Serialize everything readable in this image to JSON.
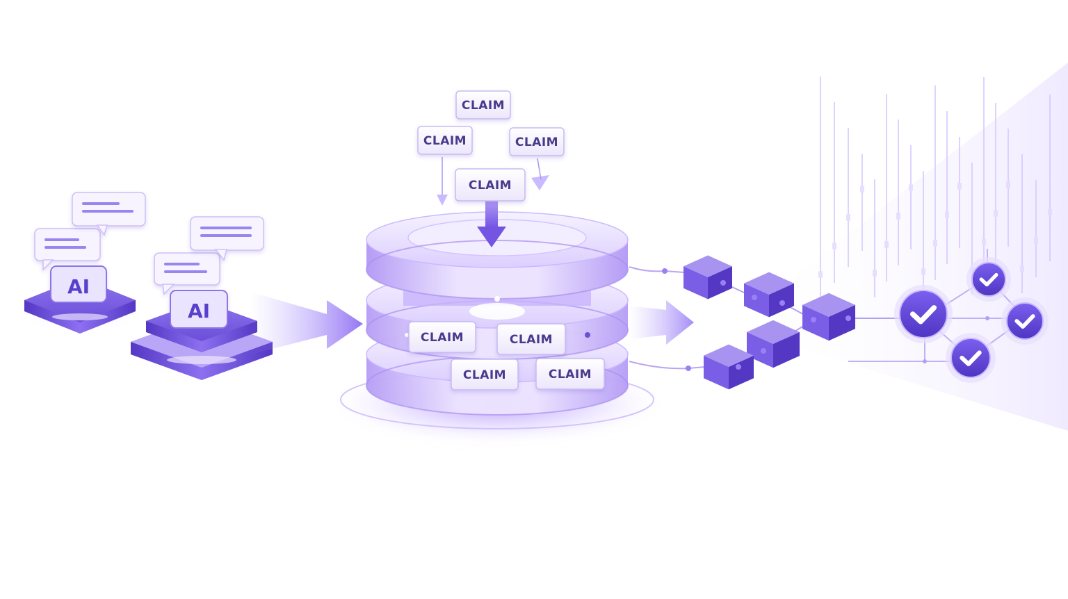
{
  "colors": {
    "primary": "#6a4fd8",
    "primary_dark": "#4e36b8",
    "primary_light": "#a893f0",
    "tint": "#efe9ff",
    "claim_text": "#4a3a8c",
    "background": "#ffffff"
  },
  "ai_agents": [
    {
      "label": "AI"
    },
    {
      "label": "AI"
    }
  ],
  "incoming_claims": [
    {
      "label": "CLAIM"
    },
    {
      "label": "CLAIM"
    },
    {
      "label": "CLAIM"
    },
    {
      "label": "CLAIM"
    }
  ],
  "stored_claims": [
    {
      "label": "CLAIM"
    },
    {
      "label": "CLAIM"
    },
    {
      "label": "CLAIM"
    },
    {
      "label": "CLAIM"
    }
  ],
  "icons": {
    "chat": "chat-bubble-icon",
    "database": "database-stack-icon",
    "block": "block-cube-icon",
    "verified": "checkmark-badge-icon",
    "arrow": "arrow-right-icon"
  }
}
